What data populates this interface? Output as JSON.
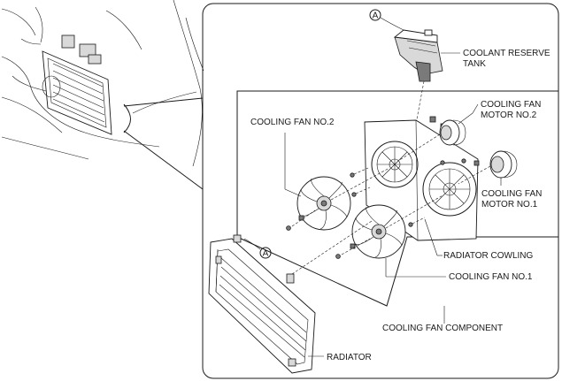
{
  "callouts": {
    "coolant_reserve_tank_line1": "COOLANT RESERVE",
    "coolant_reserve_tank_line2": "TANK",
    "cooling_fan_motor_no2_line1": "COOLING FAN",
    "cooling_fan_motor_no2_line2": "MOTOR NO.2",
    "cooling_fan_no2": "COOLING FAN NO.2",
    "cooling_fan_motor_no1_line1": "COOLING FAN",
    "cooling_fan_motor_no1_line2": "MOTOR NO.1",
    "radiator_cowling": "RADIATOR COWLING",
    "cooling_fan_no1": "COOLING FAN NO.1",
    "cooling_fan_component": "COOLING FAN COMPONENT",
    "radiator": "RADIATOR"
  },
  "connection_markers": {
    "marker_top": "A",
    "marker_radiator": "A"
  }
}
